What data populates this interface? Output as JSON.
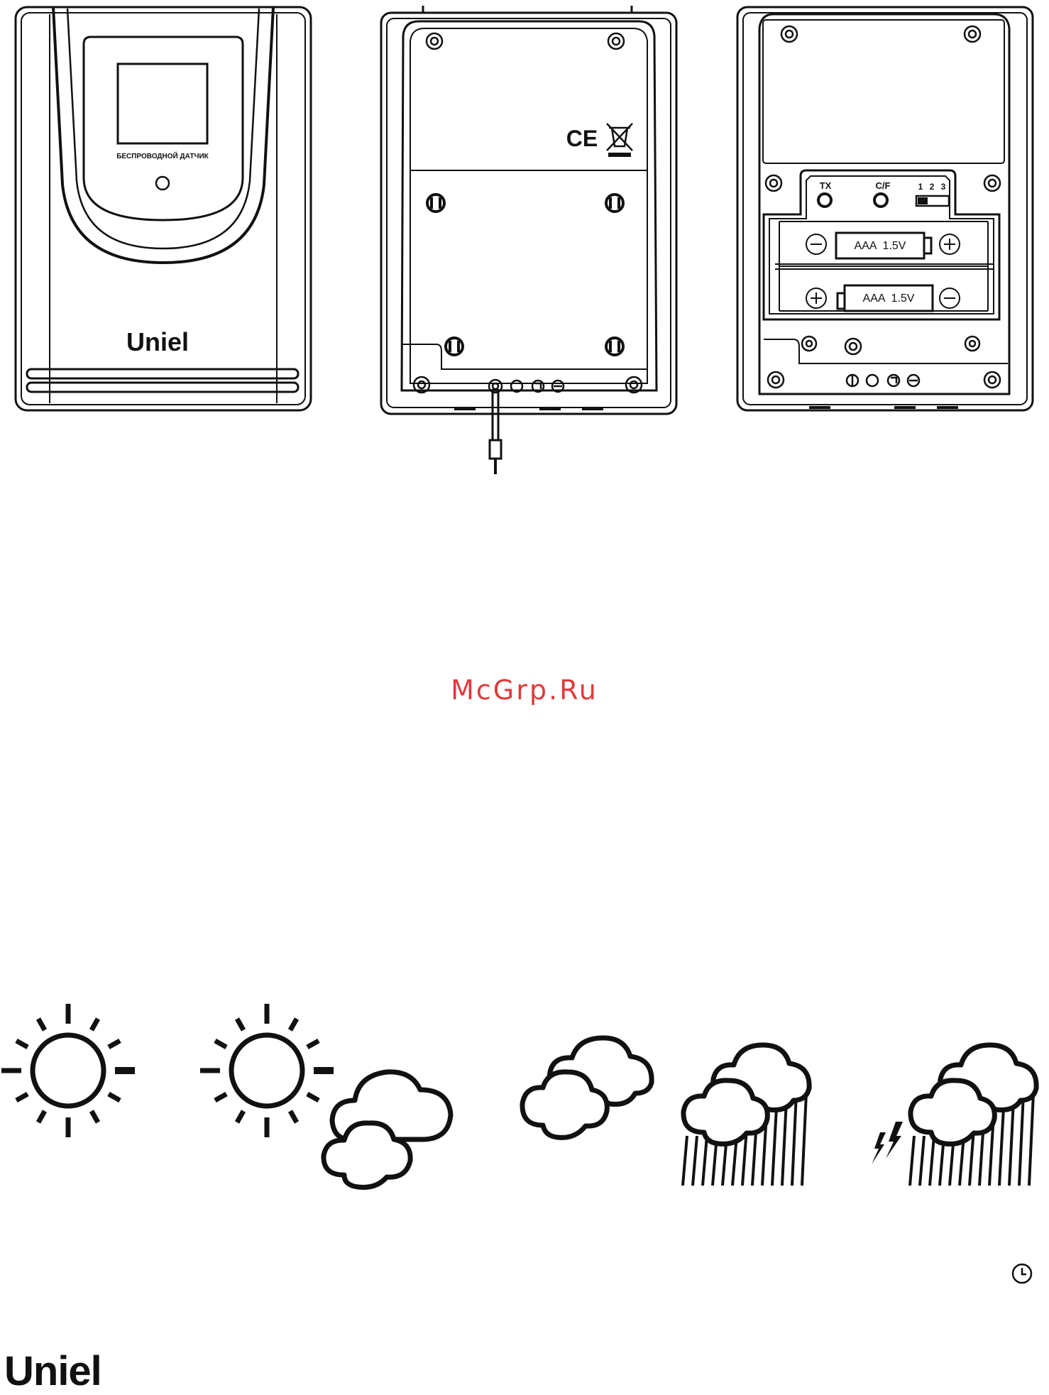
{
  "front": {
    "label": "БЕСПРОВОДНОЙ ДАТЧИК",
    "brand": "Uniel"
  },
  "back": {
    "marks": "CE"
  },
  "inside": {
    "tx_label": "TX",
    "cf_label": "C/F",
    "channels": [
      "1",
      "2",
      "3"
    ],
    "batteries": [
      "AAA  1.5V",
      "AAA  1.5V"
    ]
  },
  "watermark": "McGrp.Ru",
  "weather_icons": [
    {
      "name": "sunny-icon"
    },
    {
      "name": "partly-cloudy-icon"
    },
    {
      "name": "cloudy-icon"
    },
    {
      "name": "rainy-icon"
    },
    {
      "name": "storm-icon"
    }
  ],
  "footer": {
    "brand": "Uniel"
  }
}
